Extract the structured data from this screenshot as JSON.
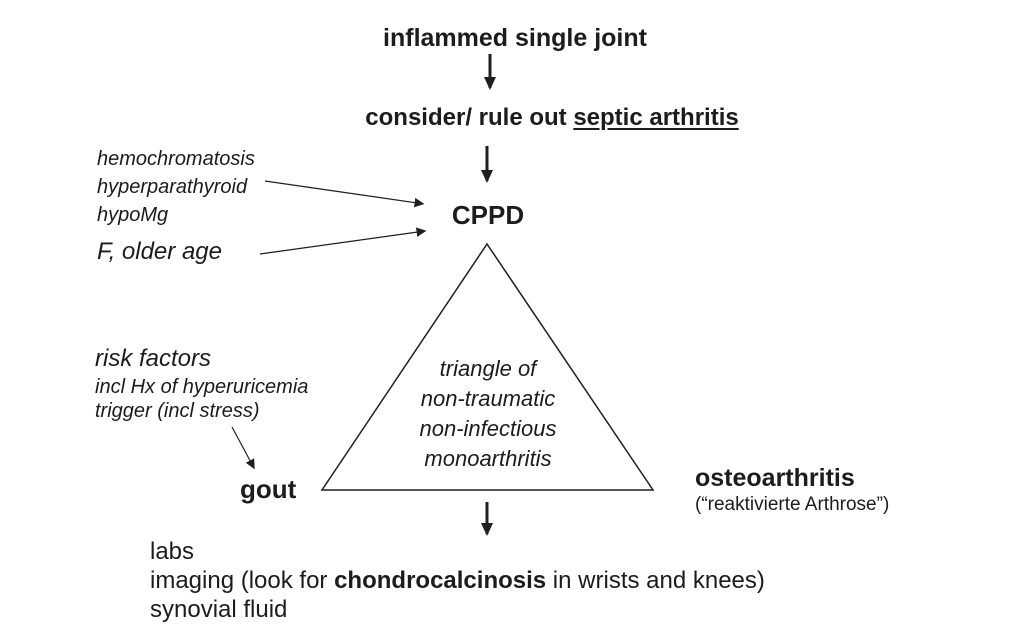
{
  "flow": {
    "top_label": "inflammed single joint",
    "consider_prefix": "consider/ rule out ",
    "consider_emphasis": "septic arthritis",
    "cppd": "CPPD",
    "gout": "gout",
    "osteoarthritis": "osteoarthritis",
    "osteoarthritis_sub": "(“reaktivierte Arthrose”)"
  },
  "annotations": {
    "cppd_causes": [
      "hemochromatosis",
      "hyperparathyroid",
      "hypoMg"
    ],
    "cppd_demographics": "F, older age",
    "gout_risk_title": "risk factors",
    "gout_risk_lines": [
      "incl Hx of hyperuricemia",
      "trigger (incl stress)"
    ]
  },
  "triangle": {
    "lines": [
      "triangle of",
      "non-traumatic",
      "non-infectious",
      "monoarthritis"
    ]
  },
  "workup": {
    "line1": "labs",
    "line2_prefix": "imaging (look for ",
    "line2_bold": "chondrocalcinosis",
    "line2_suffix": " in wrists and knees)",
    "line3": "synovial fluid"
  },
  "connectors": {
    "arrow_names": [
      "arrow-inflamed-to-consider",
      "arrow-consider-to-cppd",
      "arrow-causes-to-cppd",
      "arrow-age-to-cppd",
      "arrow-risk-to-gout",
      "arrow-triangle-to-workup"
    ]
  },
  "colors": {
    "ink": "#1c1c1c",
    "background": "#ffffff"
  }
}
